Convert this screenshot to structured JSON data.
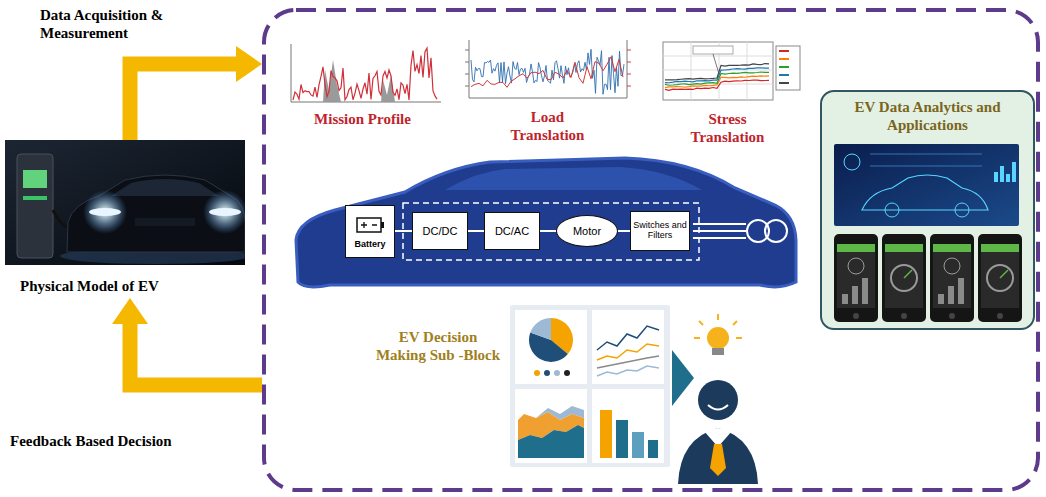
{
  "diagram": {
    "nodes": [
      {
        "text": [
          "Physical Model of EV"
        ]
      },
      {
        "text": []
      },
      {
        "text": [
          "Mission Profile"
        ],
        "in": 1
      },
      {
        "text": [
          "Load Translation"
        ],
        "in": 1
      },
      {
        "text": [
          "Stress Translation"
        ],
        "in": 1
      },
      {
        "text": [
          "EV Data Analytics and Applications"
        ],
        "in": 1
      },
      {
        "text": [
          "Battery"
        ],
        "in": 1
      },
      {
        "text": [
          "DC/DC"
        ],
        "in": 1
      },
      {
        "text": [
          "DC/AC"
        ],
        "in": 1
      },
      {
        "text": [
          "Motor"
        ],
        "in": 1
      },
      {
        "text": [
          "Switches and Filters"
        ],
        "in": 1
      }
    ],
    "edges": [
      {
        "from": 0,
        "to": 1,
        "arrow": "to",
        "label": "Data Acquisition & Measurement"
      },
      {
        "from": 1,
        "to": 0,
        "arrow": "to",
        "label": "Feedback Based Decision"
      },
      {
        "from": 6,
        "to": 7,
        "arrow": "none"
      },
      {
        "from": 7,
        "to": 8,
        "arrow": "none"
      },
      {
        "from": 8,
        "to": 9,
        "arrow": "none"
      },
      {
        "from": 9,
        "to": 10,
        "arrow": "none"
      }
    ],
    "labels": [
      "EV Decision Making Sub -Block"
    ]
  }
}
